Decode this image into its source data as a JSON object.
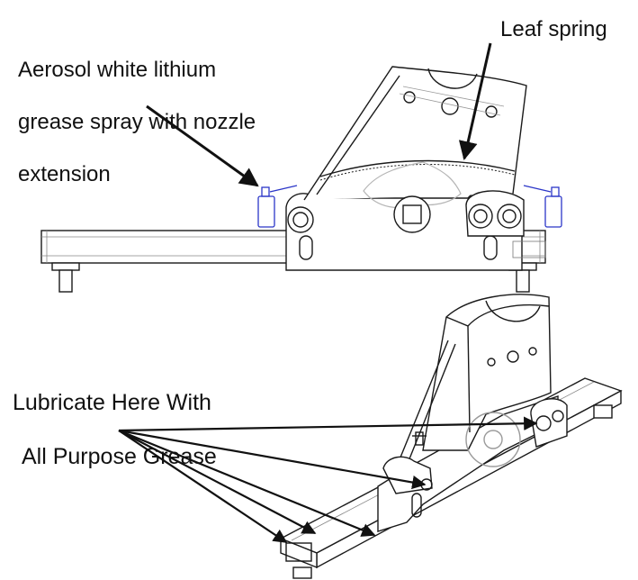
{
  "labels": {
    "aerosol_line1": "Aerosol white lithium",
    "aerosol_line2": "grease spray with nozzle",
    "aerosol_line3": "extension",
    "leaf_spring": "Leaf spring",
    "lubricate_line1": "Lubricate Here With",
    "lubricate_line2": "All Purpose Grease"
  },
  "colors": {
    "line": "#1a1a1a",
    "detail": "#9a9a9a",
    "can": "#2b36c8",
    "text": "#111111"
  }
}
